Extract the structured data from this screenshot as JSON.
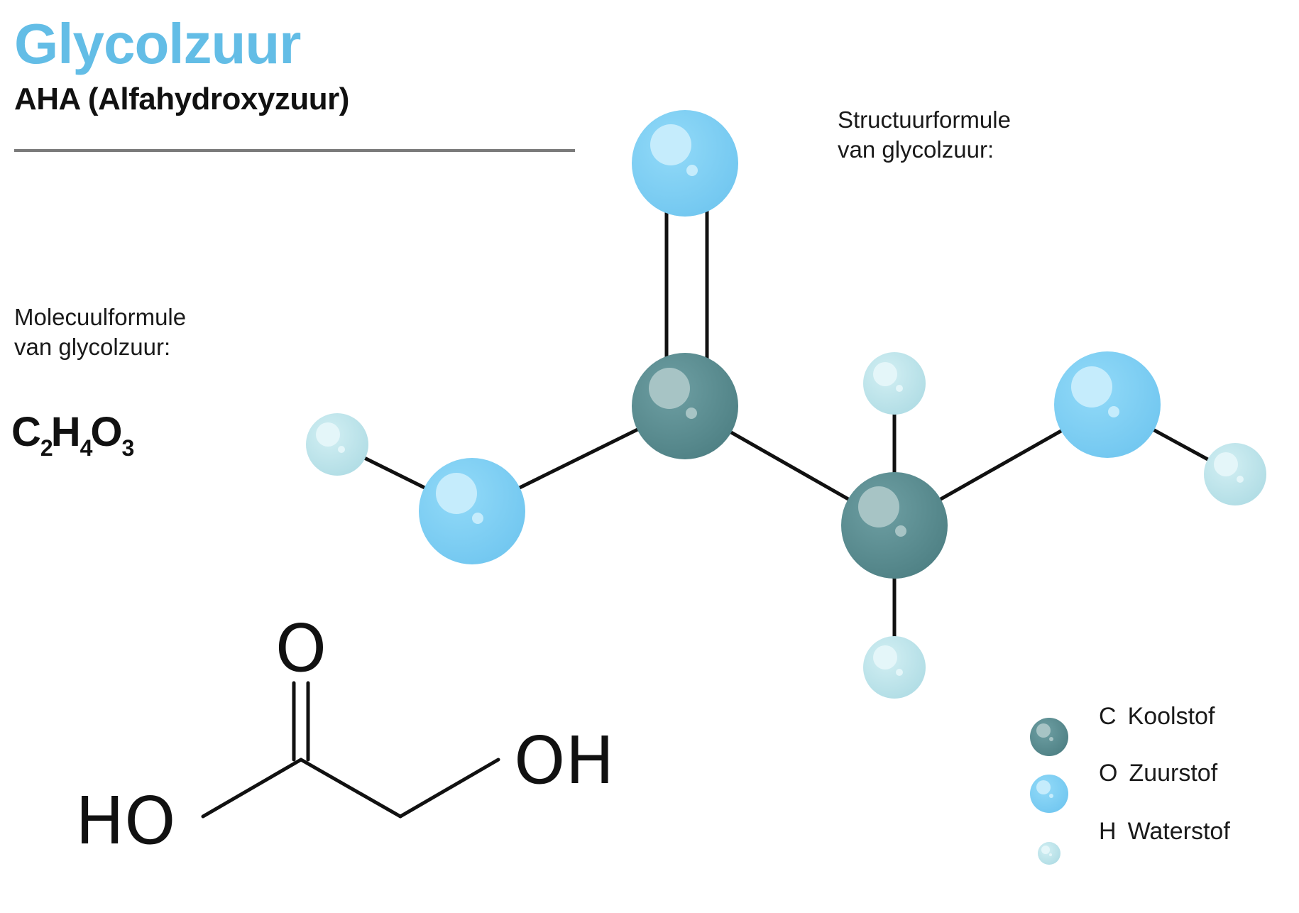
{
  "header": {
    "title": "Glycolzuur",
    "subtitle": "AHA (Alfahydroxyzuur)"
  },
  "molecular_formula": {
    "heading_line1": "Molecuulformule",
    "heading_line2": "van glycolzuur:",
    "parts": [
      {
        "element": "C",
        "count": "2"
      },
      {
        "element": "H",
        "count": "4"
      },
      {
        "element": "O",
        "count": "3"
      }
    ]
  },
  "structural_formula": {
    "heading_line1": "Structuurformule",
    "heading_line2": "van glycolzuur:",
    "labels": {
      "top_oxygen": "O",
      "left_group": "HO",
      "right_group": "OH"
    }
  },
  "legend": [
    {
      "symbol": "C",
      "name": "Koolstof",
      "kind": "carbon"
    },
    {
      "symbol": "O",
      "name": "Zuurstof",
      "kind": "oxygen"
    },
    {
      "symbol": "H",
      "name": "Waterstof",
      "kind": "hydrogen"
    }
  ],
  "colors": {
    "title": "#63bde6",
    "carbon": "#5a8b8f",
    "oxygen": "#7fd0f5",
    "hydrogen": "#bfe6ec",
    "bond": "#111111",
    "divider": "#7a7a7a"
  }
}
